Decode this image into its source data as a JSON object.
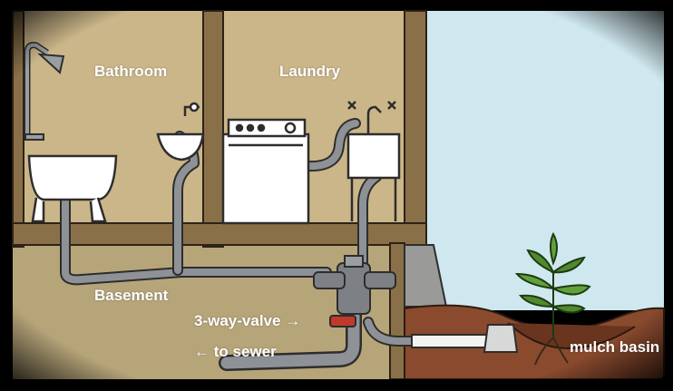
{
  "labels": {
    "bathroom": "Bathroom",
    "laundry": "Laundry",
    "basement": "Basement",
    "valve": "3-way-valve",
    "sewer": "to sewer",
    "mulch": "mulch basin"
  },
  "arrows": {
    "right": "→",
    "left": "←"
  },
  "colors": {
    "wall": "#cbb689",
    "basement": "#b7a57a",
    "frame": "#8a7048",
    "sky": "#cfe8ef",
    "pipe": "#8e9296",
    "valve_handle": "#c0392b",
    "soil": "#8a4a2e",
    "plant": "#4f8a2c"
  },
  "icons": [
    "shower-icon",
    "bathtub-icon",
    "sink-icon",
    "washing-machine-icon",
    "laundry-tub-icon",
    "valve-icon",
    "plant-icon"
  ]
}
